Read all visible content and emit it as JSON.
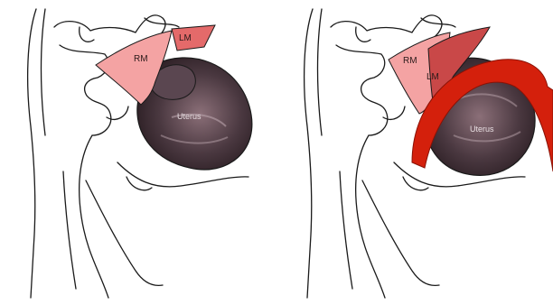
{
  "panels": [
    {
      "labels": {
        "rm": "RM",
        "lm": "LM",
        "uterus": "Uterus"
      }
    },
    {
      "labels": {
        "rm": "RM",
        "lm": "LM",
        "uterus": "Uterus"
      }
    }
  ],
  "colors": {
    "rm_fill": "#f4a3a3",
    "lm_fill": "#e46a6a",
    "uterus_dark": "#3a2b30",
    "uterus_mid": "#7a5f68",
    "red_band": "#d4200c"
  }
}
